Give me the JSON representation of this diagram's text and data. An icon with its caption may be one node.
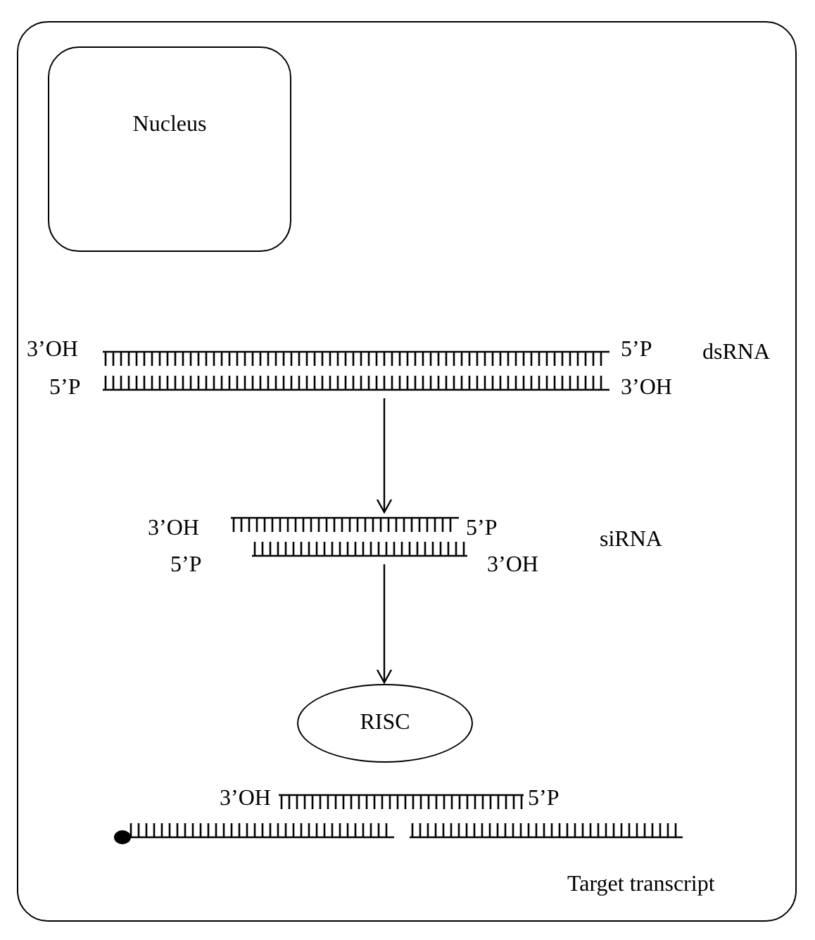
{
  "diagram": {
    "nodes": [
      {
        "text": [],
        "shape": "box"
      },
      {
        "text": [
          "Nucleus"
        ],
        "in": 0
      },
      {
        "text": [],
        "shape": "picture",
        "in": 0,
        "beside": [
          "3’OH",
          "5’P",
          "5’P",
          "3’OH",
          "dsRNA"
        ]
      },
      {
        "text": [],
        "shape": "picture",
        "in": 0,
        "beside": [
          "3’OH",
          "5’P",
          "5’P",
          "3’OH",
          "siRNA"
        ]
      },
      {
        "text": [
          "RISC"
        ],
        "in": 0
      },
      {
        "text": [],
        "shape": "picture",
        "in": 0,
        "beside": [
          "3’OH",
          "5’P"
        ]
      },
      {
        "text": [],
        "shape": "picture",
        "in": 0,
        "beside": [
          "Target transcript"
        ]
      }
    ],
    "edges": [
      {
        "from": 2,
        "to": 3,
        "arrow": "to"
      },
      {
        "from": 3,
        "to": 4,
        "arrow": "to"
      }
    ]
  }
}
